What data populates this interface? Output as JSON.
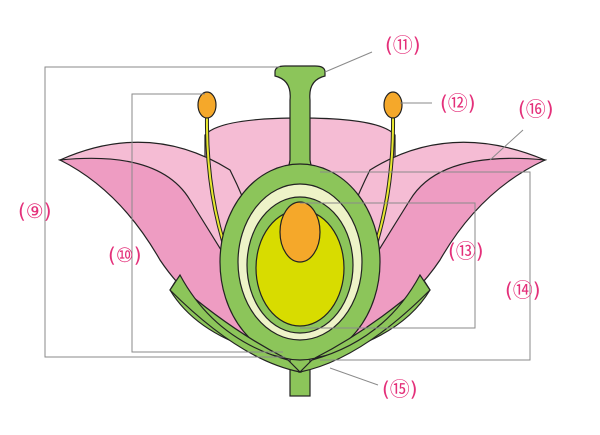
{
  "labels": {
    "l9": "(⑨)",
    "l10": "(⑩)",
    "l11": "(⑪)",
    "l12": "(⑫)",
    "l13": "(⑬)",
    "l14": "(⑭)",
    "l15": "(⑮)",
    "l16": "(⑯)"
  },
  "colors": {
    "label": "#e4307a",
    "petal_light": "#f5bcd4",
    "petal_dark": "#ee9cc2",
    "green": "#8cc55a",
    "cream": "#eef3c8",
    "ovary_yellow": "#d8dc00",
    "ovule_orange": "#f5a82a",
    "filament": "#e8e830"
  }
}
